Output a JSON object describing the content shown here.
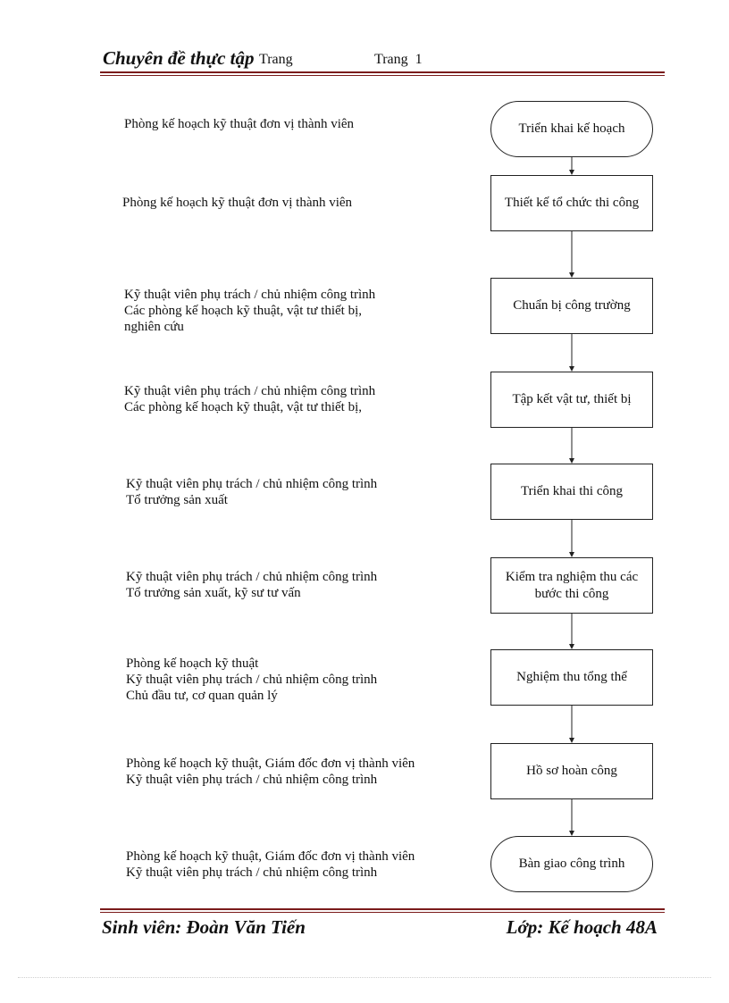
{
  "header": {
    "title": "Chuyên đề thực tập",
    "page_word": "Trang",
    "page_label": "Trang  1"
  },
  "flow": [
    {
      "responsible": [
        "Phòng kế hoạch kỹ thuật đơn vị thành viên"
      ],
      "step": [
        "Triển khai kế hoạch"
      ],
      "shape": "terminal"
    },
    {
      "responsible": [
        "Phòng kế hoạch kỹ thuật đơn vị thành viên"
      ],
      "step": [
        "Thiết kế tổ chức thi công"
      ],
      "shape": "process"
    },
    {
      "responsible": [
        "Kỹ thuật viên phụ trách / chủ nhiệm công trình",
        "Các phòng kế hoạch kỹ thuật, vật tư thiết bị,",
        "nghiên cứu"
      ],
      "step": [
        "Chuẩn bị công trường"
      ],
      "shape": "process"
    },
    {
      "responsible": [
        "Kỹ thuật viên phụ trách / chủ nhiệm công trình",
        "Các phòng kế hoạch kỹ thuật, vật tư thiết bị,"
      ],
      "step": [
        "Tập kết vật tư, thiết bị"
      ],
      "shape": "process"
    },
    {
      "responsible": [
        "Kỹ thuật viên phụ trách / chủ nhiệm công trình",
        "Tổ trưởng sản xuất"
      ],
      "step": [
        "Triển khai thi công"
      ],
      "shape": "process"
    },
    {
      "responsible": [
        "Kỹ thuật viên phụ trách / chủ nhiệm công trình",
        "Tổ trưởng sản xuất, kỹ sư tư vấn"
      ],
      "step": [
        "Kiểm tra nghiệm thu các",
        "bước thi công"
      ],
      "shape": "process"
    },
    {
      "responsible": [
        "Phòng kế hoạch kỹ thuật",
        "Kỹ thuật viên phụ trách / chủ nhiệm công trình",
        "Chủ đầu tư, cơ quan quản lý"
      ],
      "step": [
        "Nghiệm thu tổng thể"
      ],
      "shape": "process"
    },
    {
      "responsible": [
        "Phòng kế hoạch kỹ thuật, Giám đốc đơn vị thành viên",
        "Kỹ thuật viên phụ trách / chủ nhiệm công trình"
      ],
      "step": [
        "Hồ sơ hoàn công"
      ],
      "shape": "process"
    },
    {
      "responsible": [
        "Phòng kế hoạch kỹ thuật, Giám đốc đơn vị thành viên",
        "Kỹ thuật viên phụ trách / chủ nhiệm công trình"
      ],
      "step": [
        "Bàn giao công trình"
      ],
      "shape": "terminal"
    }
  ],
  "footer": {
    "student": "Sinh viên: Đoàn Văn Tiến",
    "class": "Lớp: Kế hoạch 48A"
  }
}
